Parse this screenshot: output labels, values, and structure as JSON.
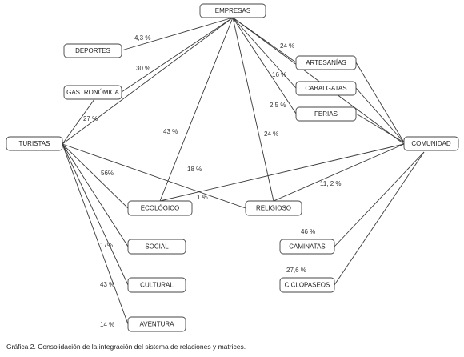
{
  "nodes": {
    "empresas": "EMPRESAS",
    "deportes": "DEPORTES",
    "gastronomica": "GASTRONÓMICA",
    "turistas": "TURISTAS",
    "artesanias": "ARTESANÍAS",
    "cabalgatas": "CABALGATAS",
    "ferias": "FERIAS",
    "comunidad": "COMUNIDAD",
    "ecologico": "ECOLÓGICO",
    "religioso": "RELIGIOSO",
    "social": "SOCIAL",
    "cultural": "CULTURAL",
    "aventura": "AVENTURA",
    "caminatas": "CAMINATAS",
    "ciclopaseos": "CICLOPASEOS"
  },
  "percentages": {
    "deportes": "4,3 %",
    "gastronomica_empresas": "30 %",
    "gastronomica_turistas": "27 %",
    "ecologico_empresas": "43 %",
    "religioso_empresas": "24 %",
    "artesanias": "24 %",
    "cabalgatas": "16 %",
    "ferias": "2,5 %",
    "ecologico_turistas": "56%",
    "religioso_turistas": "18 %",
    "ecologico_comunidad": "1 %",
    "religioso_comunidad": "11, 2 %",
    "social": "17%",
    "cultural": "43 %",
    "aventura": "14 %",
    "caminatas": "46 %",
    "ciclopaseos": "27,6 %"
  },
  "caption": "Gráfica 2. Consolidación de la integración del sistema de relaciones y matrices."
}
